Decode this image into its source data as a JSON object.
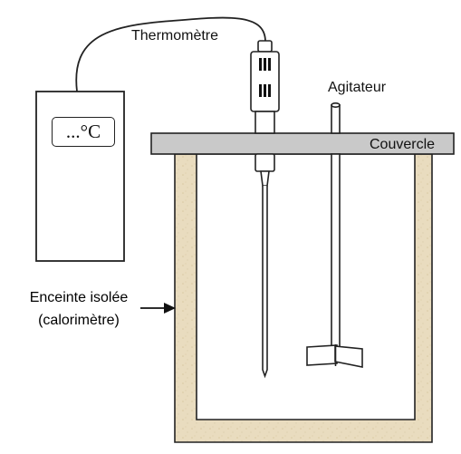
{
  "labels": {
    "thermometer": "Thermomètre",
    "stirrer": "Agitateur",
    "lid": "Couvercle",
    "insulated_line1": "Enceinte isolée",
    "insulated_line2": "(calorimètre)"
  },
  "display": {
    "readout": "...°C"
  },
  "colors": {
    "insulation": "#e9dcbf",
    "lid": "#c9c9c9",
    "outline": "#222222"
  }
}
